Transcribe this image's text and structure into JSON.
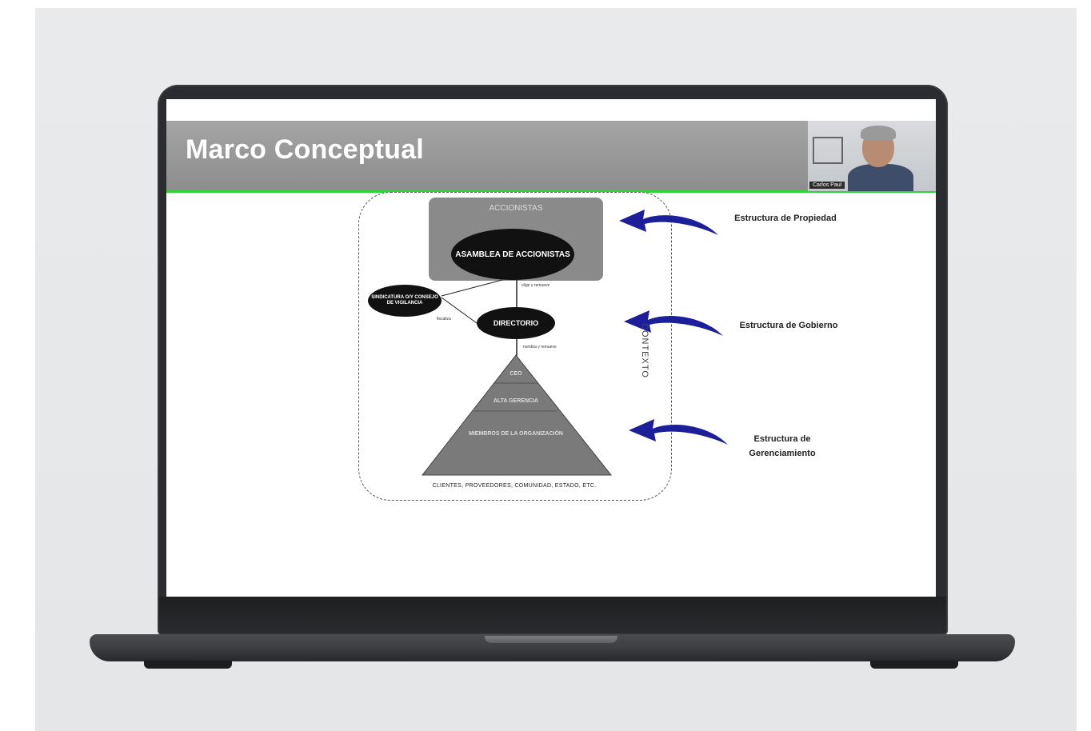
{
  "slide": {
    "title": "Marco Conceptual"
  },
  "video_tile": {
    "name": "Carlos Paul"
  },
  "diagram": {
    "accionistas_label": "ACCIONISTAS",
    "asamblea_label": "ASAMBLEA DE ACCIONISTAS",
    "directorio_label": "DIRECTORIO",
    "sindicatura_label": "SINDICATURA O/Y CONSEJO DE VIGILANCIA",
    "elige_label": "elige y remueve",
    "fiscaliza_label": "fiscaliza",
    "nombra_label": "nombra y remueve",
    "ceo_label": "CEO",
    "alta_gerencia_label": "ALTA GERENCIA",
    "miembros_label": "MIEMBROS DE LA ORGANIZACIÓN",
    "contexto_label": "CONTEXTO",
    "bottom_label": "CLIENTES, PROVEEDORES, COMUNIDAD, ESTADO, ETC."
  },
  "structures": [
    {
      "label": "Estructura de Propiedad"
    },
    {
      "label": "Estructura de Gobierno"
    },
    {
      "label": "Estructura de Gerenciamiento"
    }
  ],
  "colors": {
    "header_gray": "#999999",
    "accent_green": "#2fd33a",
    "arrow_blue": "#1d1f9a"
  }
}
